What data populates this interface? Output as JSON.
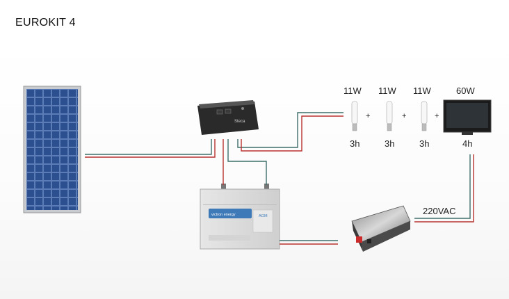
{
  "title": "EUROKIT 4",
  "loads": [
    {
      "power": "11W",
      "hours": "3h",
      "icon": "cfl-bulb-icon"
    },
    {
      "power": "11W",
      "hours": "3h",
      "icon": "cfl-bulb-icon"
    },
    {
      "power": "11W",
      "hours": "3h",
      "icon": "cfl-bulb-icon"
    },
    {
      "power": "60W",
      "hours": "4h",
      "icon": "television-icon"
    }
  ],
  "plus_sign": "+",
  "inverter_output": "220VAC",
  "controller_brand": "Steca",
  "battery": {
    "brand": "victron energy",
    "type": "AGM"
  },
  "colors": {
    "wire_positive": "#b8322e",
    "wire_negative": "#3d6e6a",
    "panel_cell": "#2b4f8f"
  }
}
